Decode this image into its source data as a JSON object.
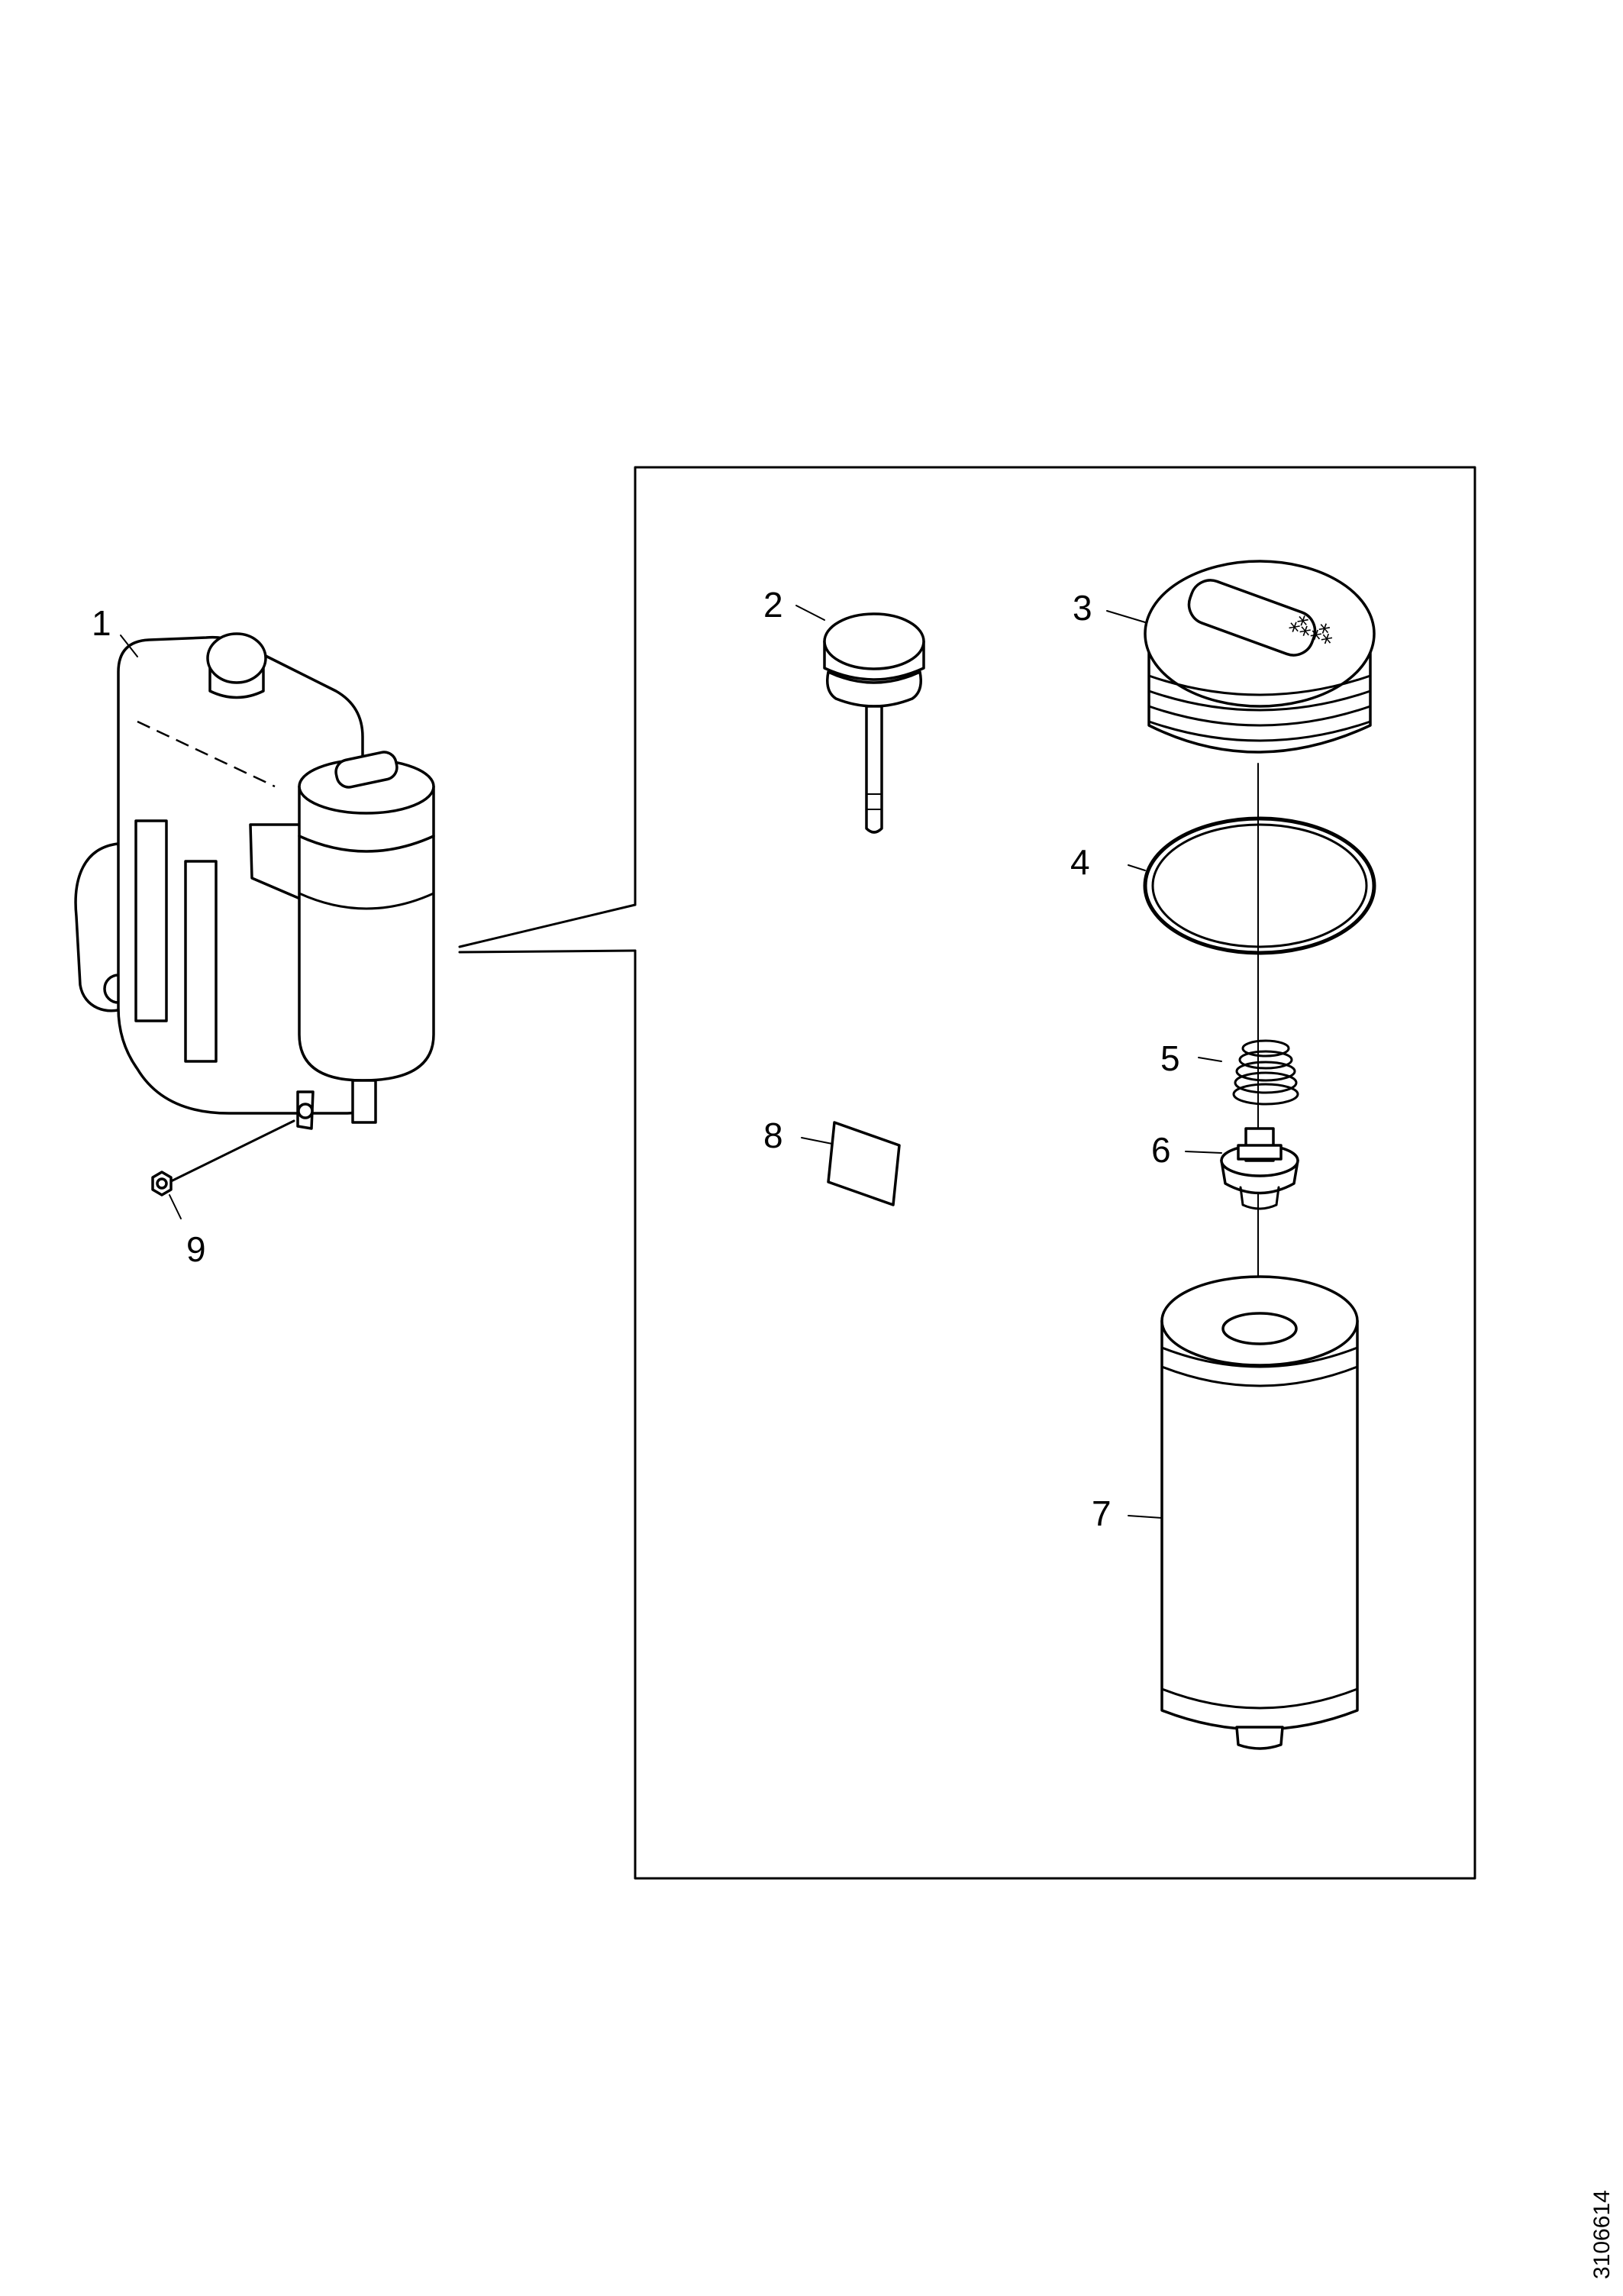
{
  "callouts": [
    "1",
    "2",
    "3",
    "4",
    "5",
    "6",
    "7",
    "8",
    "9"
  ],
  "figure_code": "3106614",
  "colors": {
    "line": "#000000",
    "background": "#ffffff"
  }
}
